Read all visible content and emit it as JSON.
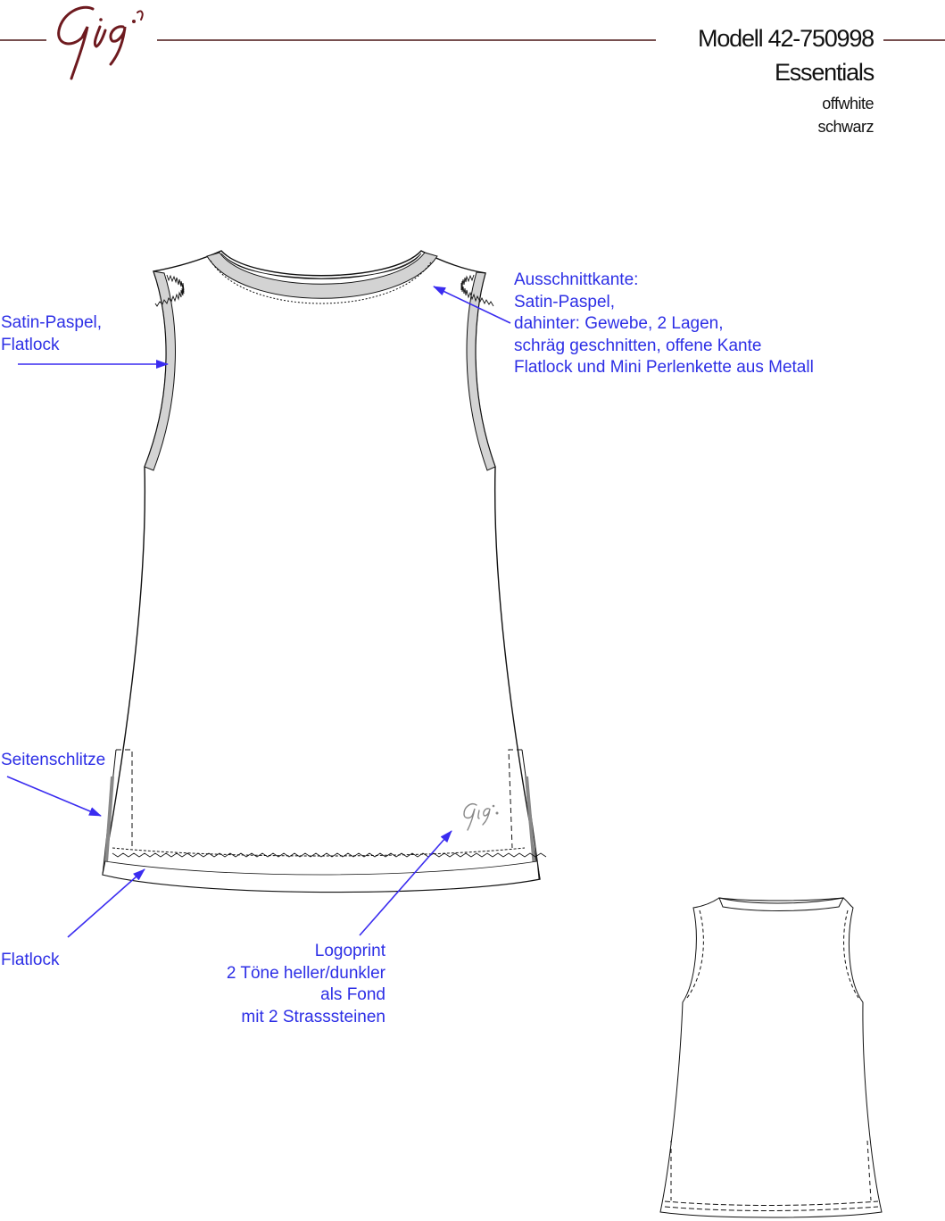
{
  "header": {
    "brand_logo": "Gigi",
    "model": "Modell 42-750998",
    "collection": "Essentials",
    "colors": [
      "offwhite",
      "schwarz"
    ]
  },
  "annotations": {
    "neckline": {
      "lines": [
        "Ausschnittkante:",
        "Satin-Paspel,",
        "dahinter: Gewebe, 2 Lagen,",
        "schräg geschnitten, offene Kante",
        "Flatlock und Mini Perlenkette aus Metall"
      ]
    },
    "armhole": {
      "lines": [
        "Satin-Paspel,",
        "Flatlock"
      ]
    },
    "side_slit": {
      "lines": [
        "Seitenschlitze"
      ]
    },
    "hem": {
      "lines": [
        "Flatlock"
      ]
    },
    "logo": {
      "lines": [
        "Logoprint",
        "2 Töne heller/dunkler",
        "als Fond",
        "mit 2 Strasssteinen"
      ]
    }
  },
  "colors": {
    "annotation": "#2d2fe6",
    "arrow": "#3a2cf0",
    "rule": "#4a1515",
    "logo": "#6e1a1f",
    "piping": "#d3d3d3",
    "facing": "#f6ddd8"
  }
}
